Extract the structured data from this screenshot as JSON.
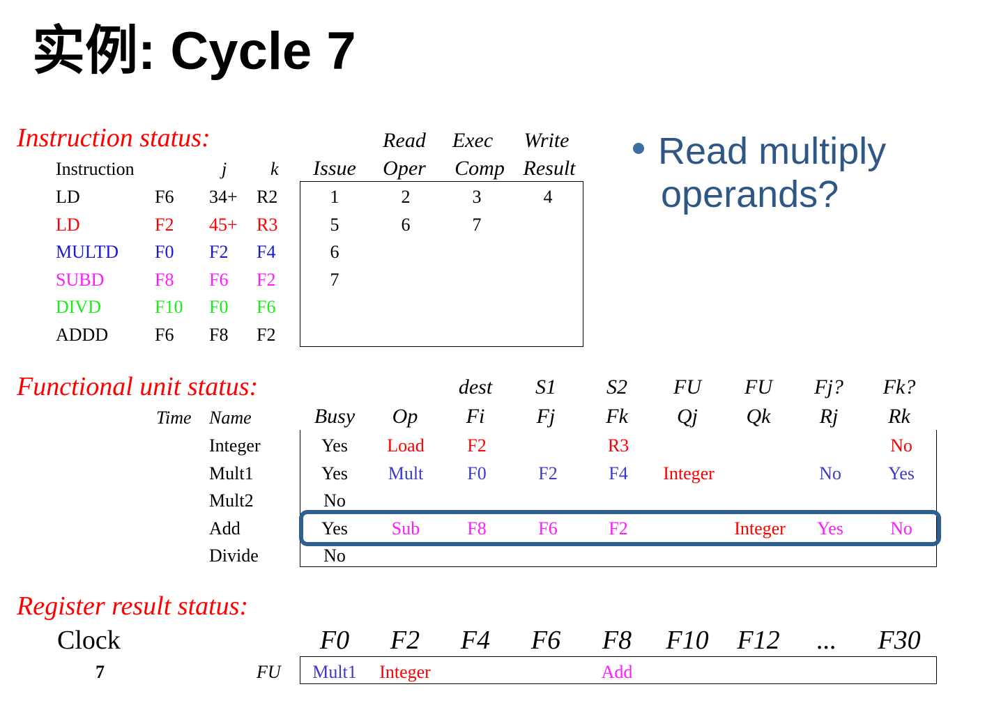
{
  "title": "实例: Cycle 7",
  "bullet": {
    "line1": "Read multiply",
    "line2": "operands?"
  },
  "colors": {
    "red": "#ff0000",
    "blue": "#1a1acc",
    "magenta": "#ff1aff",
    "green": "#1aee1a",
    "black": "#000000",
    "slate": "#3b3bc9",
    "highlight": "#2e5f8f"
  },
  "instruction_status": {
    "title": "Instruction status:",
    "headers": {
      "instruction": "Instruction",
      "j": "j",
      "k": "k",
      "issue": "Issue",
      "read_top": "Read",
      "read_bottom": "Oper",
      "exec_top": "Exec",
      "exec_bottom": "Comp",
      "write_top": "Write",
      "write_bottom": "Result"
    },
    "rows": [
      {
        "op": "LD",
        "dest": "F6",
        "j": "34+",
        "k": "R2",
        "issue": "1",
        "read": "2",
        "exec": "3",
        "write": "4",
        "color": "black"
      },
      {
        "op": "LD",
        "dest": "F2",
        "j": "45+",
        "k": "R3",
        "issue": "5",
        "read": "6",
        "exec": "7",
        "write": "",
        "color": "red"
      },
      {
        "op": "MULTD",
        "dest": "F0",
        "j": "F2",
        "k": "F4",
        "issue": "6",
        "read": "",
        "exec": "",
        "write": "",
        "color": "blue"
      },
      {
        "op": "SUBD",
        "dest": "F8",
        "j": "F6",
        "k": "F2",
        "issue": "7",
        "read": "",
        "exec": "",
        "write": "",
        "color": "magenta"
      },
      {
        "op": "DIVD",
        "dest": "F10",
        "j": "F0",
        "k": "F6",
        "issue": "",
        "read": "",
        "exec": "",
        "write": "",
        "color": "green"
      },
      {
        "op": "ADDD",
        "dest": "F6",
        "j": "F8",
        "k": "F2",
        "issue": "",
        "read": "",
        "exec": "",
        "write": "",
        "color": "black"
      }
    ]
  },
  "fu_status": {
    "title": "Functional unit status:",
    "headers_top": [
      "",
      "",
      "dest",
      "S1",
      "S2",
      "FU",
      "FU",
      "Fj?",
      "Fk?"
    ],
    "headers_bottom": [
      "Busy",
      "Op",
      "Fi",
      "Fj",
      "Fk",
      "Qj",
      "Qk",
      "Rj",
      "Rk"
    ],
    "time_label": "Time",
    "name_label": "Name",
    "rows": [
      {
        "name": "Integer",
        "busy": "Yes",
        "op": "Load",
        "fi": "F2",
        "fj": "",
        "fk": "R3",
        "qj": "",
        "qk": "",
        "rj": "",
        "rk": "No",
        "color": "red",
        "qj_color": "red",
        "qk_color": "red"
      },
      {
        "name": "Mult1",
        "busy": "Yes",
        "op": "Mult",
        "fi": "F0",
        "fj": "F2",
        "fk": "F4",
        "qj": "Integer",
        "qk": "",
        "rj": "No",
        "rk": "Yes",
        "color": "slate",
        "qj_color": "red",
        "qk_color": "red"
      },
      {
        "name": "Mult2",
        "busy": "No",
        "op": "",
        "fi": "",
        "fj": "",
        "fk": "",
        "qj": "",
        "qk": "",
        "rj": "",
        "rk": "",
        "color": "black",
        "qj_color": "red",
        "qk_color": "red"
      },
      {
        "name": "Add",
        "busy": "Yes",
        "op": "Sub",
        "fi": "F8",
        "fj": "F6",
        "fk": "F2",
        "qj": "",
        "qk": "Integer",
        "rj": "Yes",
        "rk": "No",
        "color": "magenta",
        "qj_color": "red",
        "qk_color": "red"
      },
      {
        "name": "Divide",
        "busy": "No",
        "op": "",
        "fi": "",
        "fj": "",
        "fk": "",
        "qj": "",
        "qk": "",
        "rj": "",
        "rk": "",
        "color": "black",
        "qj_color": "red",
        "qk_color": "red"
      }
    ]
  },
  "register_status": {
    "title": "Register result status:",
    "clock_label": "Clock",
    "clock_value": "7",
    "fu_label": "FU",
    "registers": [
      "F0",
      "F2",
      "F4",
      "F6",
      "F8",
      "F10",
      "F12",
      "...",
      "F30"
    ],
    "values": [
      {
        "text": "Mult1",
        "color": "slate"
      },
      {
        "text": "Integer",
        "color": "red"
      },
      {
        "text": "",
        "color": "black"
      },
      {
        "text": "",
        "color": "black"
      },
      {
        "text": "Add",
        "color": "magenta"
      },
      {
        "text": "",
        "color": "black"
      },
      {
        "text": "",
        "color": "black"
      },
      {
        "text": "",
        "color": "black"
      },
      {
        "text": "",
        "color": "black"
      }
    ]
  }
}
